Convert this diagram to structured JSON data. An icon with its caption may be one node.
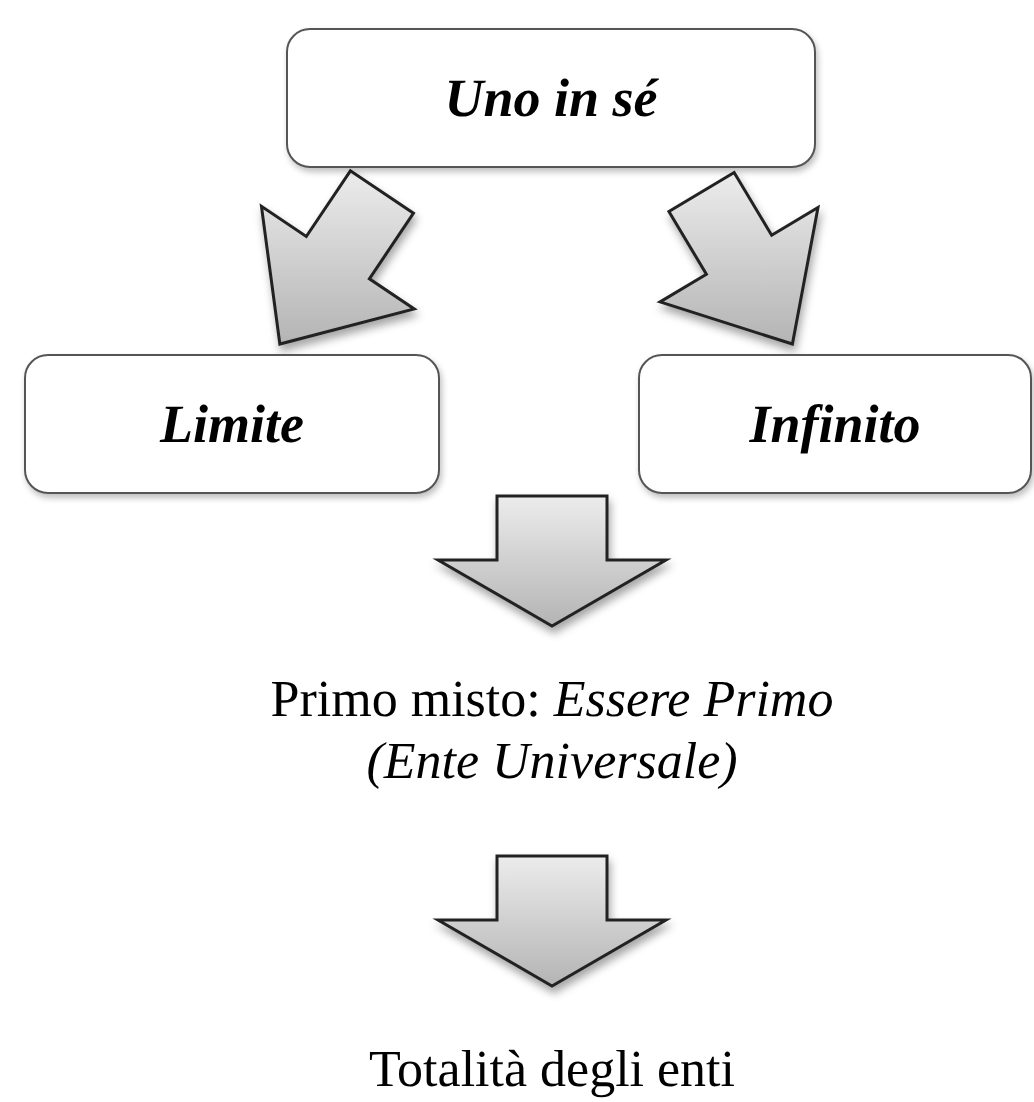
{
  "diagram": {
    "nodes": [
      {
        "text": [
          "Uno in sé"
        ]
      },
      {
        "text": [
          "Limite"
        ]
      },
      {
        "text": [
          "Infinito"
        ]
      },
      {
        "text": [
          "Primo misto: *Essere Primo (Ente Universale)*"
        ]
      },
      {
        "text": [
          "Totalità degli enti"
        ]
      }
    ],
    "edges": [
      {
        "from": 0,
        "to": 1,
        "arrow": "to"
      },
      {
        "from": 0,
        "to": 2,
        "arrow": "to"
      },
      {
        "from": 1,
        "to": 3,
        "arrow": "to"
      },
      {
        "from": 2,
        "to": 3,
        "arrow": "to"
      },
      {
        "from": 3,
        "to": 4,
        "arrow": "to"
      }
    ]
  }
}
